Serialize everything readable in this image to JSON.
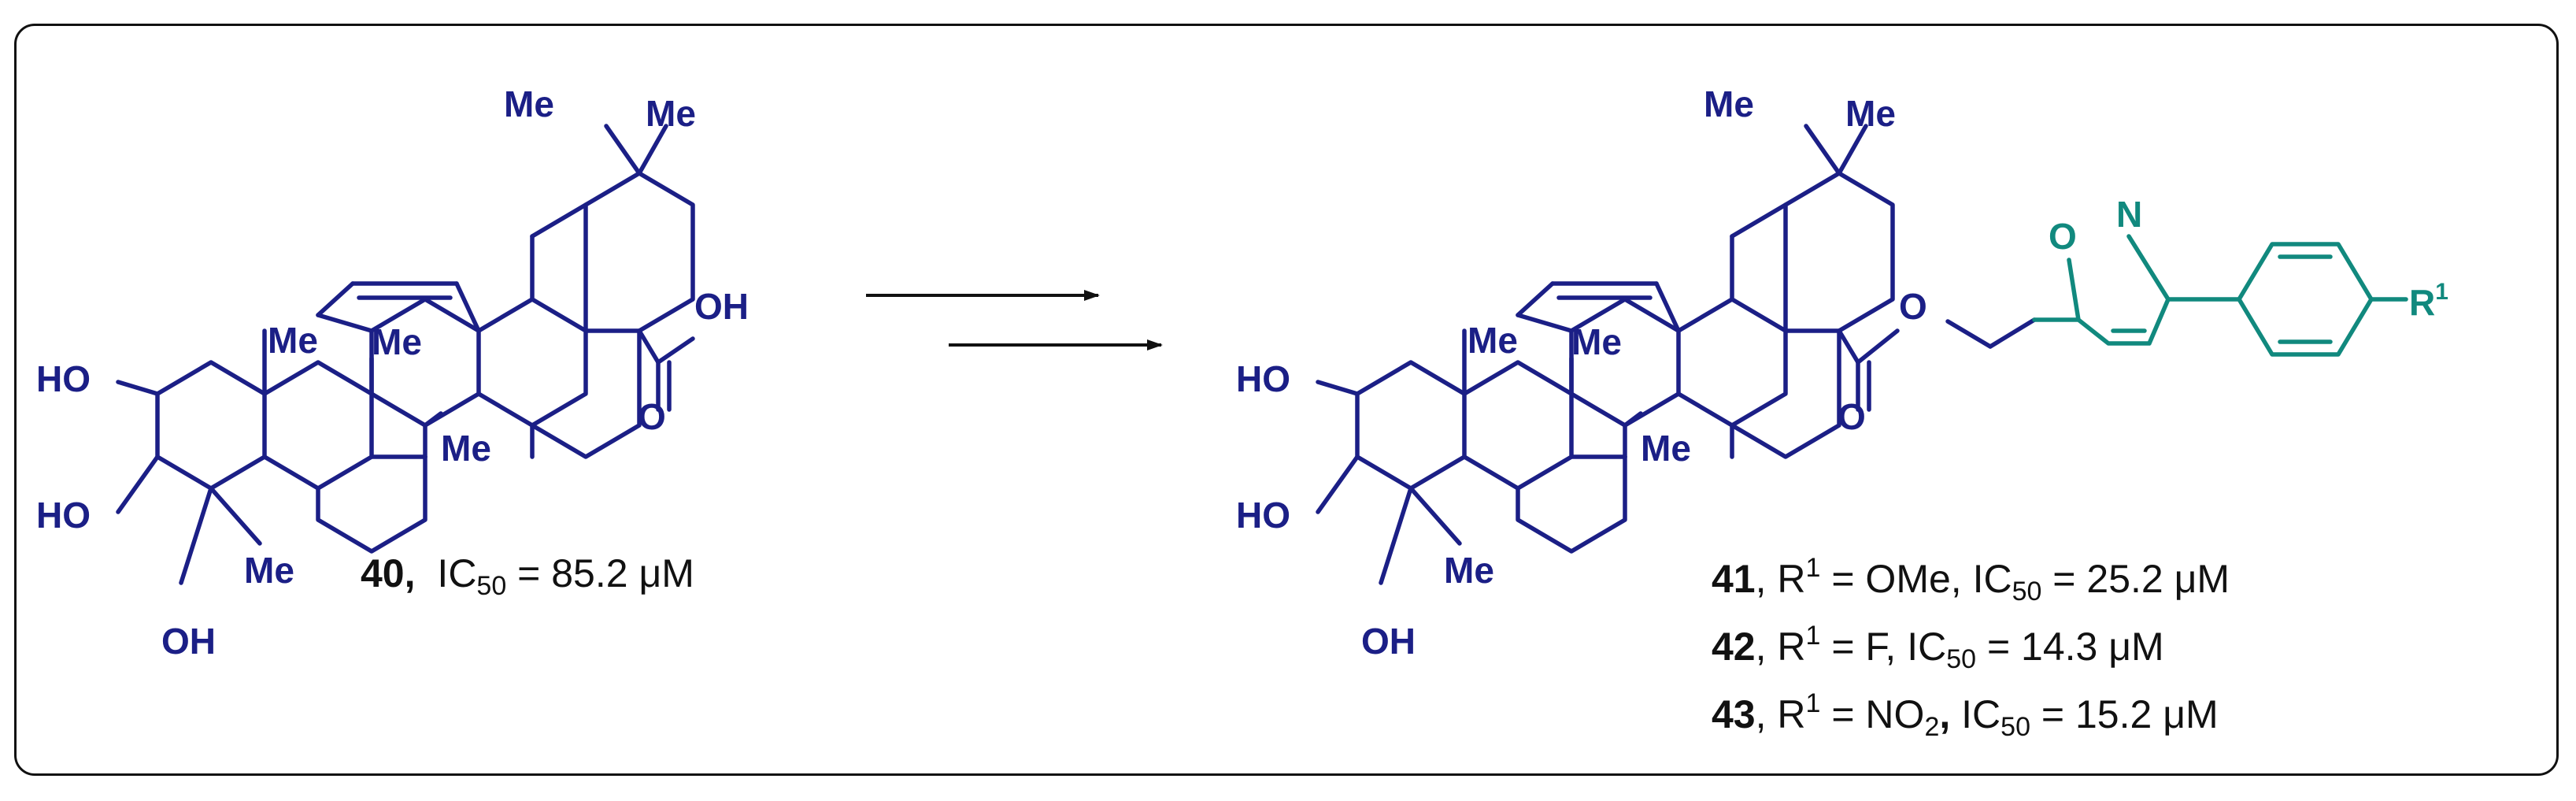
{
  "labels": {
    "me": "Me",
    "oh": "OH",
    "ho": "HO",
    "o": "O",
    "n": "N",
    "r1_symbol": "R",
    "r1_sup": "1"
  },
  "compound_40": {
    "number": "40,",
    "ic_prefix": "IC",
    "ic_sub": "50",
    "ic_rest": " = 85.2 μM"
  },
  "products": [
    {
      "number": "41",
      "r_prefix": ", R",
      "sup": "1",
      "middle": " = OMe, IC",
      "ic_sub": "50",
      "ic_rest": " = 25.2 μM"
    },
    {
      "number": "42",
      "r_prefix": ", R",
      "sup": "1",
      "middle": " = F,  IC",
      "ic_sub": "50",
      "ic_rest": " = 14.3 μM"
    },
    {
      "number": "43",
      "r_prefix": ", R",
      "sup": "1",
      "middle": " = NO",
      "no2_sub": "2",
      "comma": ",",
      "after": " IC",
      "ic_sub": "50",
      "ic_rest": " = 15.2 μM"
    }
  ],
  "colors": {
    "structure": "#1b1f86",
    "new_fragment": "#11897e",
    "frame": "#111111"
  }
}
